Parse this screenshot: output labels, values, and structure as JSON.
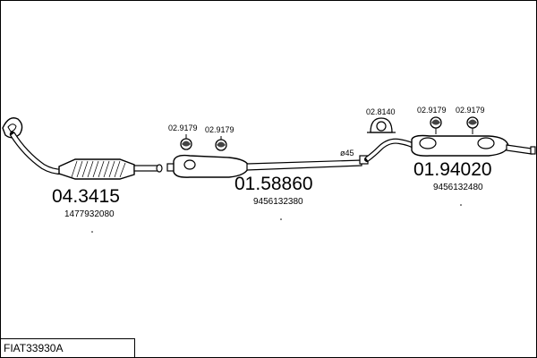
{
  "diagram": {
    "frame_title": "FIAT33930A",
    "parts": [
      {
        "code": "04.3415",
        "ref": "1477932080"
      },
      {
        "code": "01.58860",
        "ref": "9456132380"
      },
      {
        "code": "01.94020",
        "ref": "9456132480"
      }
    ],
    "fittings": [
      {
        "code": "02.9179"
      },
      {
        "code": "02.9179"
      },
      {
        "code": "02.8140"
      },
      {
        "code": "02.9179"
      },
      {
        "code": "02.9179"
      }
    ],
    "diameter_label": "ø45"
  }
}
